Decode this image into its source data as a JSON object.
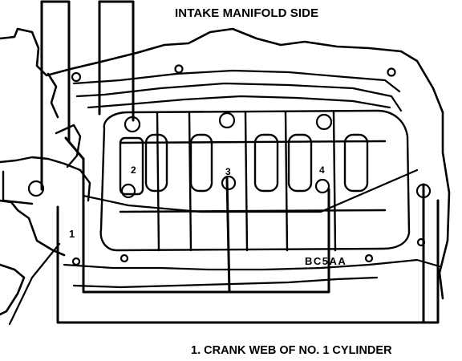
{
  "title": "INTAKE MANIFOLD SIDE",
  "legend": "1. CRANK WEB OF NO. 1 CYLINDER",
  "callout_number": "1",
  "journal_numbers": [
    "2",
    "3",
    "4"
  ],
  "block_code": "BC5AA",
  "colors": {
    "ink": "#000000",
    "paper": "#ffffff"
  }
}
